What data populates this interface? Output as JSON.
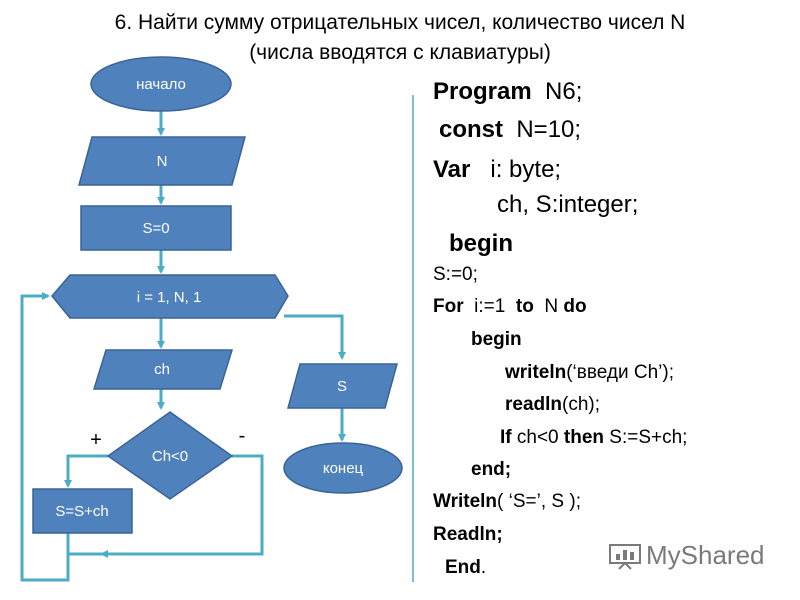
{
  "title": {
    "line1": "6. Найти сумму отрицательных  чисел, количество чисел N",
    "line2": "(числа вводятся с клавиатуры)"
  },
  "flowchart": {
    "start": "начало",
    "input_n": "N",
    "init_s": "S=0",
    "loop": "i =  1, N, 1",
    "input_ch": "ch",
    "condition": "Ch<0",
    "branch_true": "+",
    "branch_false": "-",
    "accumulate": "S=S+ch",
    "output_s": "S",
    "end": "конец"
  },
  "code": {
    "line1_kw": "Program",
    "line1_rest": "  N6;",
    "line2_kw": "const",
    "line2_rest": "  N=10;",
    "line3_kw": "Var",
    "line3_rest": "   i: byte;",
    "line4": "ch, S:integer;",
    "line5_kw": "begin",
    "line6": "S:=0;",
    "line7_a": "For",
    "line7_b": "  i:=1  ",
    "line7_c": "to",
    "line7_d": "  N ",
    "line7_e": "do",
    "line8_kw": "begin",
    "line9_kw": "writeln",
    "line9_rest": "(‘введи Ch’);",
    "line10_kw": "readln",
    "line10_rest": "(ch);",
    "line11_a": "If",
    "line11_b": " ch<0 ",
    "line11_c": "then",
    "line11_d": " S:=S+ch;",
    "line12_kw": "end;",
    "line13_kw": "Writeln",
    "line13_rest": "( ‘S=’, S );",
    "line14_kw": "Readln;",
    "line15_kw": "End",
    "line15_rest": "."
  },
  "watermark": {
    "text": "MyShared"
  },
  "colors": {
    "shape_fill": "#4f81bd",
    "shape_stroke": "#3a6496",
    "arrow": "#4bacc6"
  }
}
